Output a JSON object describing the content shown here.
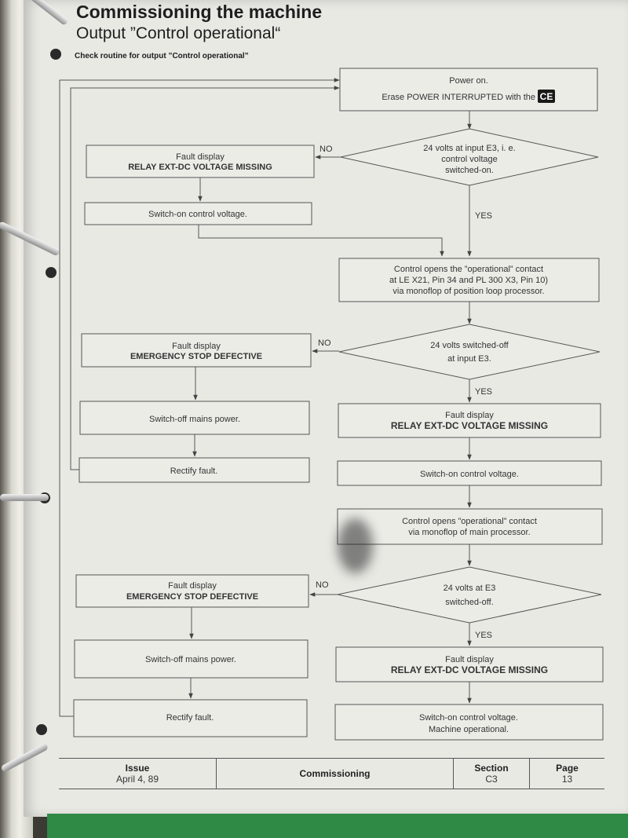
{
  "header": {
    "title": "Commissioning the machine",
    "subtitle": "Output ”Control operational“",
    "caption": "Check routine for output ”Control operational”"
  },
  "flowchart": {
    "start": {
      "line1": "Power on.",
      "line2": "Erase POWER INTERRUPTED with the",
      "key": "CE"
    },
    "decision1": {
      "line1": "24 volts at input E3, i. e.",
      "line2": "control voltage",
      "line3": "switched-on."
    },
    "fault1": {
      "line1": "Fault display",
      "line2": "RELAY EXT-DC VOLTAGE MISSING"
    },
    "action1": {
      "text": "Switch-on control voltage."
    },
    "process1": {
      "line1": "Control opens the ”operational” contact",
      "line2": "at LE X21, Pin 34 and PL 300 X3, Pin 10)",
      "line3": "via monoflop of position loop processor."
    },
    "decision2": {
      "line1": "24 volts switched-off",
      "line2": "at input E3."
    },
    "fault2": {
      "line1": "Fault display",
      "line2": "EMERGENCY STOP DEFECTIVE"
    },
    "action2": {
      "text": "Switch-off mains power."
    },
    "action3": {
      "text": "Rectify fault."
    },
    "fault3": {
      "line1": "Fault display",
      "line2": "RELAY EXT-DC VOLTAGE MISSING"
    },
    "action4": {
      "text": "Switch-on control voltage."
    },
    "process2": {
      "line1": "Control opens ”operational” contact",
      "line2": "via monoflop of main processor."
    },
    "decision3": {
      "line1": "24 volts at E3",
      "line2": "switched-off."
    },
    "fault4": {
      "line1": "Fault display",
      "line2": "EMERGENCY STOP DEFECTIVE"
    },
    "action5": {
      "text": "Switch-off mains power."
    },
    "action6": {
      "text": "Rectify fault."
    },
    "fault5": {
      "line1": "Fault display",
      "line2": "RELAY EXT-DC VOLTAGE MISSING"
    },
    "end": {
      "line1": "Switch-on control voltage.",
      "line2": "Machine operational."
    },
    "labels": {
      "no": "NO",
      "yes": "YES"
    }
  },
  "footer": {
    "issue_label": "Issue",
    "issue_value": "April 4, 89",
    "chapter": "Commissioning",
    "section_label": "Section",
    "section_value": "C3",
    "page_label": "Page",
    "page_value": "13"
  }
}
